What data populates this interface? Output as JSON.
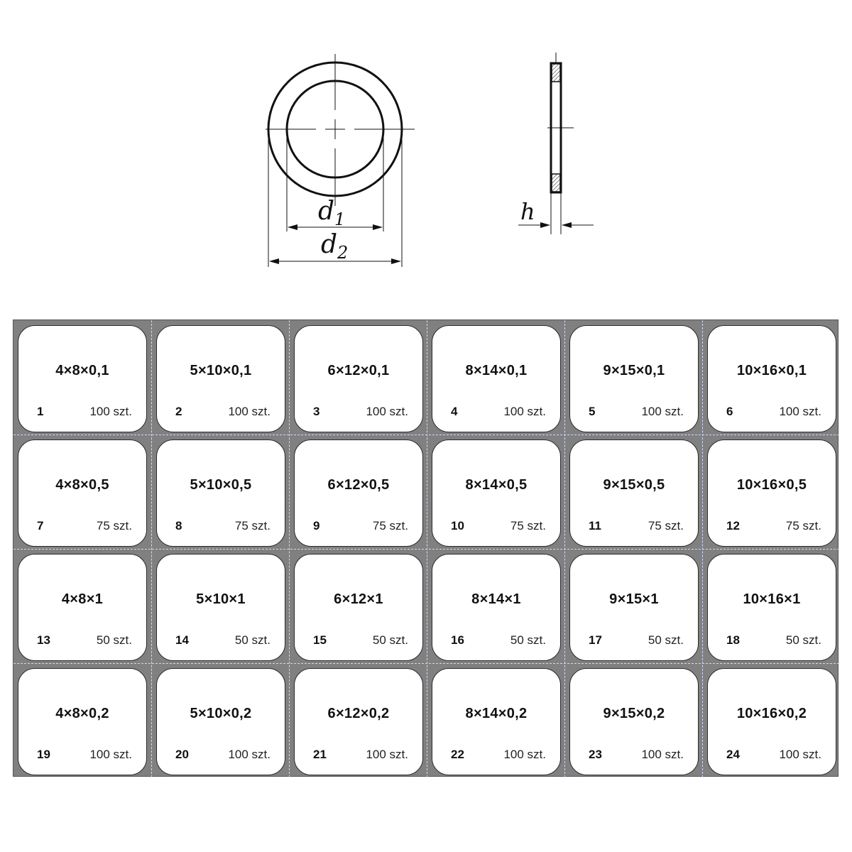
{
  "drawing": {
    "label_d1": "d",
    "label_d1_sub": "1",
    "label_d2": "d",
    "label_d2_sub": "2",
    "label_h": "h"
  },
  "tray": {
    "compartments": [
      {
        "size": "4×8×0,1",
        "number": "1",
        "quantity": "100 szt."
      },
      {
        "size": "5×10×0,1",
        "number": "2",
        "quantity": "100 szt."
      },
      {
        "size": "6×12×0,1",
        "number": "3",
        "quantity": "100 szt."
      },
      {
        "size": "8×14×0,1",
        "number": "4",
        "quantity": "100 szt."
      },
      {
        "size": "9×15×0,1",
        "number": "5",
        "quantity": "100 szt."
      },
      {
        "size": "10×16×0,1",
        "number": "6",
        "quantity": "100 szt."
      },
      {
        "size": "4×8×0,5",
        "number": "7",
        "quantity": "75 szt."
      },
      {
        "size": "5×10×0,5",
        "number": "8",
        "quantity": "75 szt."
      },
      {
        "size": "6×12×0,5",
        "number": "9",
        "quantity": "75 szt."
      },
      {
        "size": "8×14×0,5",
        "number": "10",
        "quantity": "75 szt."
      },
      {
        "size": "9×15×0,5",
        "number": "11",
        "quantity": "75 szt."
      },
      {
        "size": "10×16×0,5",
        "number": "12",
        "quantity": "75 szt."
      },
      {
        "size": "4×8×1",
        "number": "13",
        "quantity": "50 szt."
      },
      {
        "size": "5×10×1",
        "number": "14",
        "quantity": "50 szt."
      },
      {
        "size": "6×12×1",
        "number": "15",
        "quantity": "50 szt."
      },
      {
        "size": "8×14×1",
        "number": "16",
        "quantity": "50 szt."
      },
      {
        "size": "9×15×1",
        "number": "17",
        "quantity": "50 szt."
      },
      {
        "size": "10×16×1",
        "number": "18",
        "quantity": "50 szt."
      },
      {
        "size": "4×8×0,2",
        "number": "19",
        "quantity": "100 szt."
      },
      {
        "size": "5×10×0,2",
        "number": "20",
        "quantity": "100 szt."
      },
      {
        "size": "6×12×0,2",
        "number": "21",
        "quantity": "100 szt."
      },
      {
        "size": "8×14×0,2",
        "number": "22",
        "quantity": "100 szt."
      },
      {
        "size": "9×15×0,2",
        "number": "23",
        "quantity": "100 szt."
      },
      {
        "size": "10×16×0,2",
        "number": "24",
        "quantity": "100 szt."
      }
    ]
  }
}
